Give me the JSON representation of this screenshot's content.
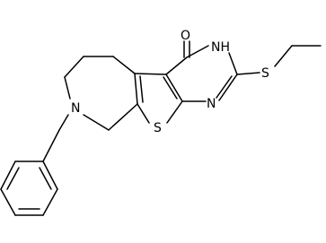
{
  "diagram": {
    "type": "chemical-structure",
    "atom_labels": {
      "oxygen": "O",
      "nh": "NH",
      "n_pyrimidine": "N",
      "n_amine": "N",
      "s_thiophene": "S",
      "s_thioether": "S"
    },
    "colors": {
      "bond": "#000000",
      "label": "#000000",
      "background": "#ffffff"
    }
  }
}
